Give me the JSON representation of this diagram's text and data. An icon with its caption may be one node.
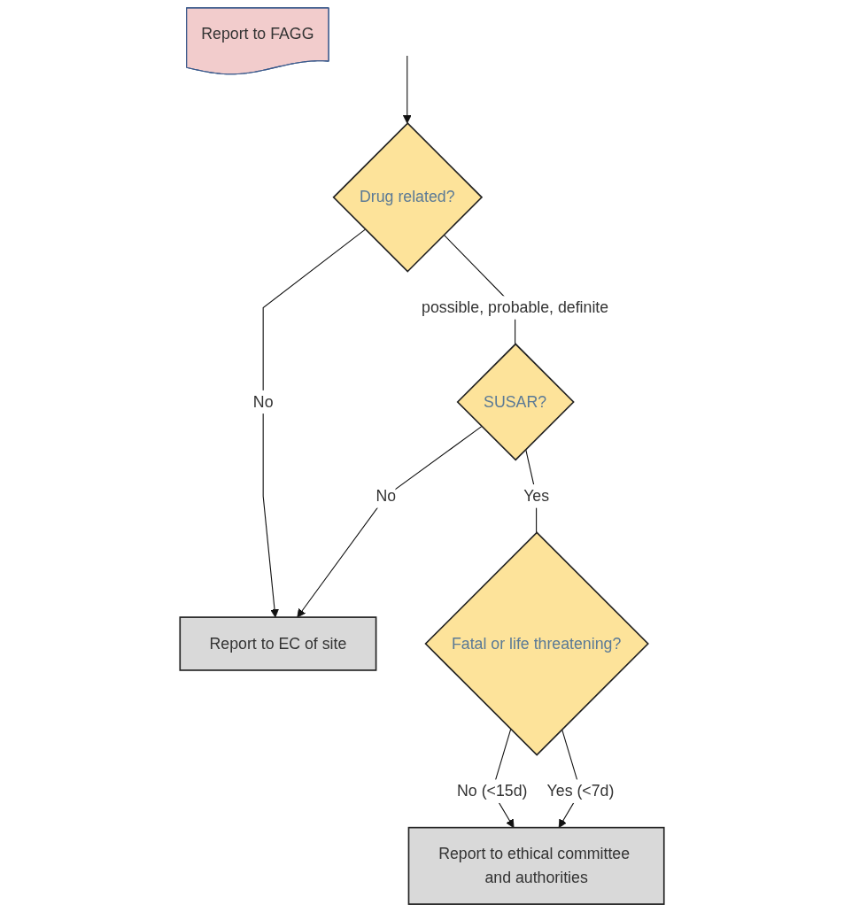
{
  "diagram": {
    "nodes": [
      {
        "text": [
          "Report to EC of site"
        ]
      },
      {
        "text": [
          "Drug related?"
        ]
      },
      {
        "text": [
          "SUSAR?"
        ]
      },
      {
        "text": [
          "Fatal or life threatening?"
        ]
      },
      {
        "text": [
          "Report to ethical committee and authorities"
        ]
      },
      {
        "text": [
          "Report to FAGG"
        ]
      }
    ],
    "edges": [
      {
        "from": null,
        "to": 1,
        "arrow": "to"
      },
      {
        "from": 1,
        "to": 0,
        "label": "No",
        "arrow": "to"
      },
      {
        "from": 1,
        "to": 2,
        "label": "possible, probable, definite",
        "arrow": "none"
      },
      {
        "from": 2,
        "to": 0,
        "label": "No",
        "arrow": "to"
      },
      {
        "from": 2,
        "to": 3,
        "label": "Yes",
        "arrow": "none"
      },
      {
        "from": 3,
        "to": 4,
        "label": "No (<15d)",
        "arrow": "to"
      },
      {
        "from": 3,
        "to": 4,
        "label": "Yes (<7d)",
        "arrow": "to"
      }
    ]
  }
}
